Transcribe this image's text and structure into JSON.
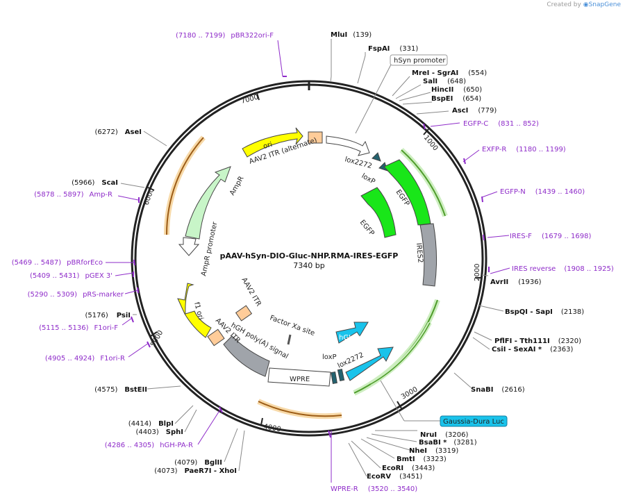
{
  "watermark": {
    "prefix": "Created by",
    "brand": "SnapGene"
  },
  "plasmid": {
    "name": "pAAV-hSyn-DIO-Gluc-NHP.RMA-IRES-EGFP",
    "size": "7340 bp"
  },
  "colors": {
    "ring": "#222222",
    "primer": "#8e2bc9",
    "ori": "#ffff00",
    "gfp": "#19e619",
    "luc": "#19c3eb",
    "amp": "#c8f5c8",
    "grey": "#a0a4aa",
    "pale": "#ffcc99",
    "orf": "#e8a85c",
    "orf_green": "#8fd67a"
  },
  "ticks": [
    "1000",
    "2000",
    "3000",
    "4000",
    "5000",
    "6000",
    "7000"
  ],
  "sites": [
    {
      "name": "MluI",
      "pos": "(139)"
    },
    {
      "name": "FspAI",
      "pos": "(331)"
    },
    {
      "name": "MreI - SgrAI",
      "pos": "(554)"
    },
    {
      "name": "SalI",
      "pos": "(648)"
    },
    {
      "name": "HincII",
      "pos": "(650)"
    },
    {
      "name": "BspEI",
      "pos": "(654)"
    },
    {
      "name": "AscI",
      "pos": "(779)"
    },
    {
      "name": "AvrII",
      "pos": "(1936)"
    },
    {
      "name": "BspQI - SapI",
      "pos": "(2138)"
    },
    {
      "name": "PflFI - Tth111I",
      "pos": "(2320)"
    },
    {
      "name": "CsiI - SexAI *",
      "pos": "(2363)"
    },
    {
      "name": "SnaBI",
      "pos": "(2616)"
    },
    {
      "name": "NruI",
      "pos": "(3206)"
    },
    {
      "name": "BsaBI *",
      "pos": "(3281)"
    },
    {
      "name": "NheI",
      "pos": "(3319)"
    },
    {
      "name": "BmtI",
      "pos": "(3323)"
    },
    {
      "name": "EcoRI",
      "pos": "(3443)"
    },
    {
      "name": "EcoRV",
      "pos": "(3451)"
    },
    {
      "name": "BstEII",
      "pos": "(4575)"
    },
    {
      "name": "BlpI",
      "pos": "(4414)"
    },
    {
      "name": "SphI",
      "pos": "(4403)"
    },
    {
      "name": "BglII",
      "pos": "(4079)"
    },
    {
      "name": "PaeR7I - XhoI",
      "pos": "(4073)"
    },
    {
      "name": "PsiI",
      "pos": "(5176)"
    },
    {
      "name": "ScaI",
      "pos": "(5966)"
    },
    {
      "name": "AseI",
      "pos": "(6272)"
    }
  ],
  "primers": [
    {
      "name": "pBR322ori-F",
      "range": "(7180 .. 7199)"
    },
    {
      "name": "EGFP-C",
      "range": "(831 .. 852)"
    },
    {
      "name": "EXFP-R",
      "range": "(1180 .. 1199)"
    },
    {
      "name": "EGFP-N",
      "range": "(1439 .. 1460)"
    },
    {
      "name": "IRES-F",
      "range": "(1679 .. 1698)"
    },
    {
      "name": "IRES reverse",
      "range": "(1908 .. 1925)"
    },
    {
      "name": "WPRE-R",
      "range": "(3520 .. 3540)"
    },
    {
      "name": "hGH-PA-R",
      "range": "(4286 .. 4305)"
    },
    {
      "name": "F1ori-R",
      "range": "(4905 .. 4924)"
    },
    {
      "name": "F1ori-F",
      "range": "(5115 .. 5136)"
    },
    {
      "name": "pRS-marker",
      "range": "(5290 .. 5309)"
    },
    {
      "name": "pGEX 3'",
      "range": "(5409 .. 5431)"
    },
    {
      "name": "pBRforEco",
      "range": "(5469 .. 5487)"
    },
    {
      "name": "Amp-R",
      "range": "(5878 .. 5897)"
    }
  ],
  "features": {
    "ori": "ori",
    "aav2_itr_alt": "AAV2 ITR (alternate)",
    "lox2272_top": "lox2272",
    "loxp_top": "loxP",
    "egfp_outer": "EGFP",
    "egfp_inner": "EGFP",
    "ires2": "IRES2",
    "ampr": "AmpR",
    "ampr_promoter": "AmpR promoter",
    "f1_ori": "f1 ori",
    "aav2_itr_1": "AAV2 ITR",
    "aav2_itr_2": "AAV2 ITR",
    "factor_xa": "Factor Xa site",
    "hgh_polya": "hGH poly(A) signal",
    "wpre": "WPRE",
    "loxp_bottom": "loxP",
    "lox2272_bottom": "lox2272",
    "hgluc": "hGLuc",
    "hsyn_promoter": "hSyn promoter",
    "gaussia": "Gaussia-Dura Luc"
  }
}
